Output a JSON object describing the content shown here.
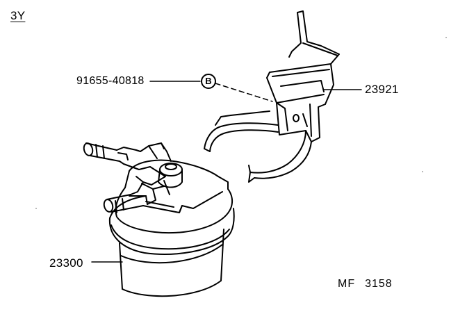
{
  "engine_code": "3Y",
  "parts": {
    "bolt": "91655-40818",
    "bracket": "23921",
    "fuel_filter": "23300"
  },
  "bolt_marker": "B",
  "figure_ref": {
    "prefix": "MF",
    "number": "3158"
  }
}
